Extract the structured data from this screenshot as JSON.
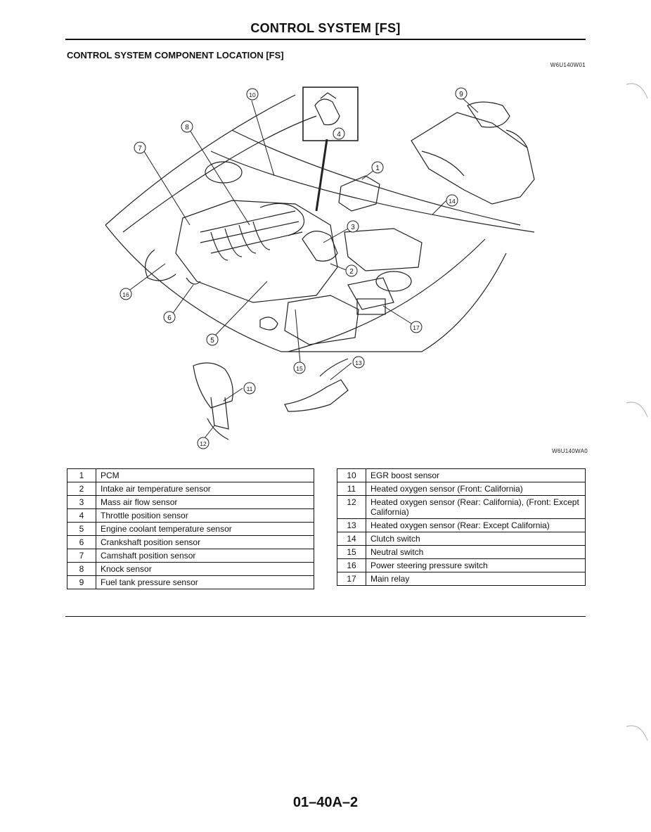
{
  "header": {
    "title": "CONTROL SYSTEM [FS]",
    "section_title": "CONTROL SYSTEM COMPONENT LOCATION [FS]",
    "figure_code_top": "W6U140W01",
    "figure_code_bottom": "W6U140WA0"
  },
  "callouts": [
    "1",
    "2",
    "3",
    "4",
    "5",
    "6",
    "7",
    "8",
    "9",
    "10",
    "11",
    "12",
    "13",
    "14",
    "15",
    "16",
    "17"
  ],
  "legend_left": [
    {
      "num": "1",
      "label": "PCM"
    },
    {
      "num": "2",
      "label": "Intake air temperature sensor"
    },
    {
      "num": "3",
      "label": "Mass air flow sensor"
    },
    {
      "num": "4",
      "label": "Throttle position sensor"
    },
    {
      "num": "5",
      "label": "Engine coolant temperature sensor"
    },
    {
      "num": "6",
      "label": "Crankshaft position sensor"
    },
    {
      "num": "7",
      "label": "Camshaft position sensor"
    },
    {
      "num": "8",
      "label": "Knock sensor"
    },
    {
      "num": "9",
      "label": "Fuel tank pressure sensor"
    }
  ],
  "legend_right": [
    {
      "num": "10",
      "label": "EGR boost sensor"
    },
    {
      "num": "11",
      "label": "Heated oxygen sensor (Front: California)"
    },
    {
      "num": "12",
      "label": "Heated oxygen sensor (Rear: California), (Front: Except California)"
    },
    {
      "num": "13",
      "label": "Heated oxygen sensor (Rear: Except California)"
    },
    {
      "num": "14",
      "label": "Clutch switch"
    },
    {
      "num": "15",
      "label": "Neutral switch"
    },
    {
      "num": "16",
      "label": "Power steering pressure switch"
    },
    {
      "num": "17",
      "label": "Main relay"
    }
  ],
  "footer": {
    "page_number": "01–40A–2"
  }
}
